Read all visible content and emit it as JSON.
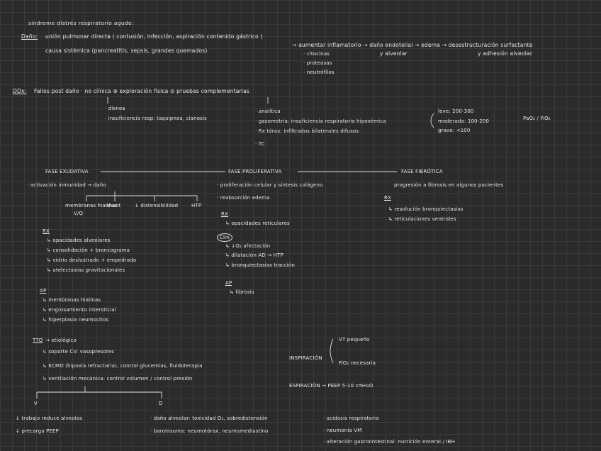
{
  "header": {
    "title": "síndrome distrés respiratorio agudo:"
  },
  "section1": {
    "label": "Daño:",
    "line1": "unión pulmonar directa ( contusión, infección, aspiración contenido gástrico )",
    "line2": "causa sistémica (pancreatitis, sepsis, grandes quemados)",
    "chain1": "→ aumentar inflamatorio → daño endotelial → edema → desestructuración surfactante",
    "chain2a": "y alveolar",
    "chain2b": "y adhesión alveolar",
    "list": [
      "· citocinas",
      "· proteasas",
      "· neutrófilos"
    ]
  },
  "section2": {
    "label": "DDx:",
    "line": "Fallos post daño  ·  no clínica  ⊕  exploración física  ⊘  pruebas  complementarias",
    "clinica": [
      "· disnea",
      "· insuficiencia resp: taquipnea, cianosis"
    ],
    "pruebas": [
      "· analítica",
      "· gasometría: insuficiencia respiratoria hipoxémica",
      "· Rx tórax: infiltrados bilaterales difusos",
      "· TC"
    ],
    "grades": [
      "leve: 200-300",
      "moderada: 100-200",
      "grave: <100"
    ],
    "ratio": "PaO₂ / FiO₂"
  },
  "phases": {
    "exudativa": "FASE EXUDATIVA",
    "proliferativa": "FASE PROLIFERATIVA",
    "fibrotica": "FASE FIBRÓTICA"
  },
  "exudativa": {
    "activation": "· activación inmunidad → daño",
    "branches": [
      "membranas hialinas",
      "shunt",
      "↓ distensibilidad",
      "HTP"
    ],
    "branch_sub": "V/Q",
    "rx_label": "RX",
    "rx_items": [
      "↳ opacidades alveolares",
      "↳ consolidación + broncograma",
      "↳ vidrio deslustrado + empedrado",
      "↳ atelectasias gravitacionales"
    ],
    "ap_label": "AP",
    "ap_items": [
      "↳ membranas hialinas",
      "↳ engrosamiento intersticial",
      "↳ hiperplasia neumocitos"
    ]
  },
  "proliferativa": {
    "items": [
      "· proliferación celular y síntesis colágeno",
      "· reabsorción edema"
    ],
    "rx_label": "RX",
    "rx_items": [
      "↳ opacidades reticulares"
    ],
    "clinica_label": "Clín",
    "clinica_items": [
      "↳ ↓O₂ afectación",
      "↳ dilatación AD → HTP",
      "↳ bronquiectasias tracción"
    ],
    "ap_label": "AP",
    "ap_items": [
      "↳ fibrosis"
    ]
  },
  "fibrotica": {
    "line": "progresión a fibrosis en algunos pacientes",
    "rx_label": "RX",
    "rx_items": [
      "↳ resolución bronquiectasias",
      "↳ reticulaciones ventrales"
    ]
  },
  "treatment": {
    "label": "TTO",
    "etiologic": "→ etiológico",
    "items": [
      "↳ soporte CV: vasopresores",
      "↳ ECMO (hipoxia refractaria), control glucemias, fluidoterapia",
      "↳ ventilación mecánica: control volumen / control presión"
    ],
    "inspiracion": "INSPIRACIÓN",
    "insp_items": [
      "VT pequeño",
      "FiO₂ necesaria"
    ],
    "espiracion": "ESPIRACIÓN → PEEP 5-10 cmH₂O",
    "v_label": "V",
    "d_label": "D",
    "left_items": [
      "↓ trabajo   reduce alveolos",
      "↓ precarga   PEEP"
    ],
    "mid_items": [
      "· daño alveolar: toxicidad O₂, sobredistensión",
      "· barotrauma: neumotórax, neumomediastino"
    ],
    "right_items": [
      "· acidosis respiratoria",
      "· neumonía VM",
      "· alteración gastrointestinal: nutrición enteral / IBH"
    ]
  }
}
